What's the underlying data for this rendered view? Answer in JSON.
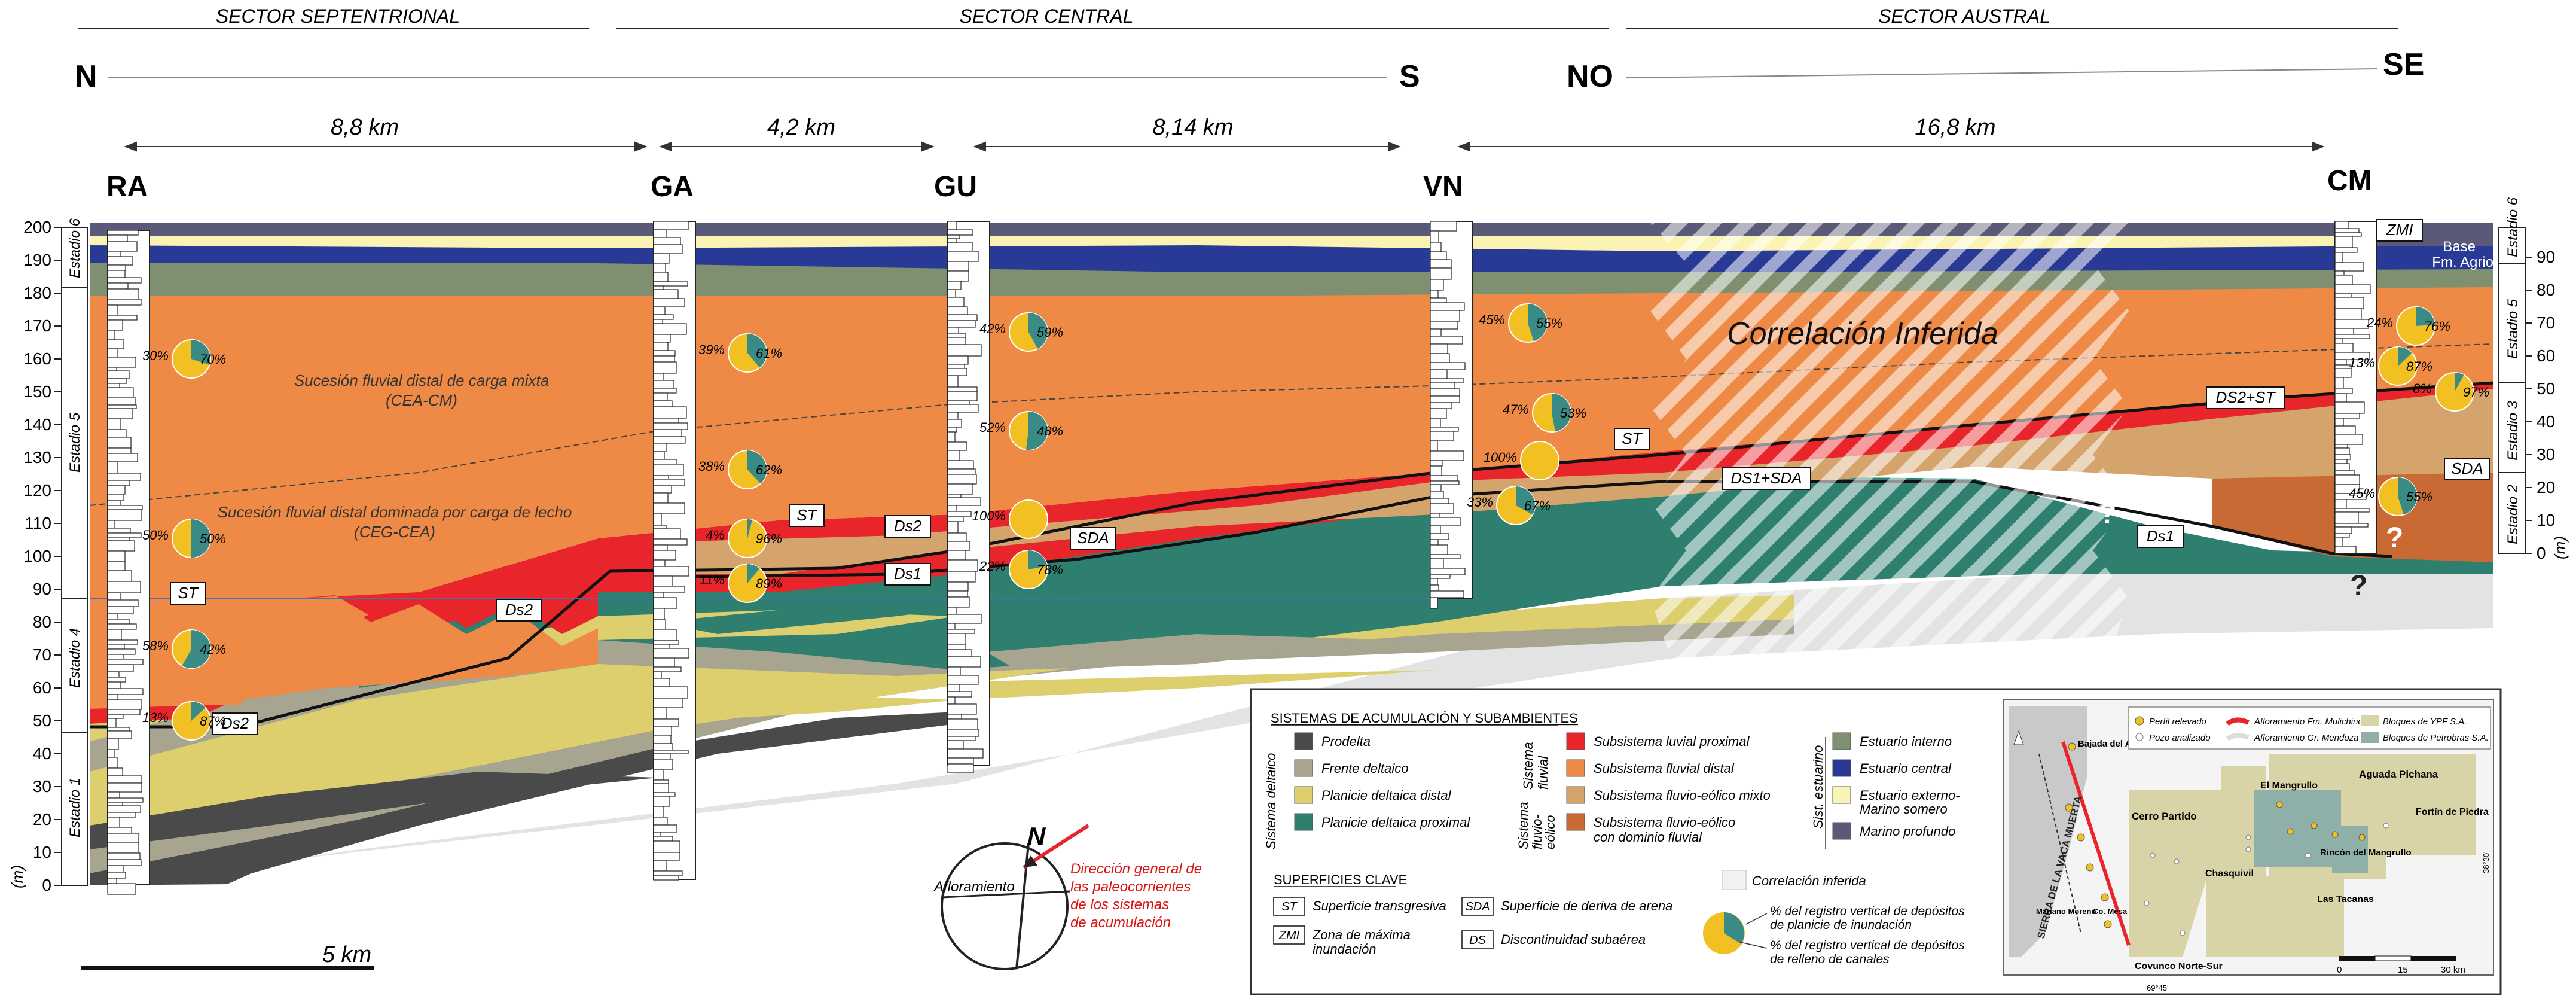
{
  "sectors": {
    "north": "SECTOR SEPTENTRIONAL",
    "central": "SECTOR CENTRAL",
    "south": "SECTOR AUSTRAL"
  },
  "orientation": {
    "n": "N",
    "s": "S",
    "no": "NO",
    "se": "SE"
  },
  "distances": {
    "ra_ga": "8,8 km",
    "ga_gu": "4,2 km",
    "gu_vn": "8,14 km",
    "vn_cm": "16,8 km"
  },
  "wells": {
    "ra": "RA",
    "ga": "GA",
    "gu": "GU",
    "vn": "VN",
    "cm": "CM"
  },
  "left_axis": {
    "unit": "(m)",
    "ticks": [
      "0",
      "10",
      "20",
      "30",
      "40",
      "50",
      "60",
      "70",
      "80",
      "90",
      "100",
      "110",
      "120",
      "130",
      "140",
      "150",
      "160",
      "170",
      "180",
      "190",
      "200"
    ],
    "stages": [
      "Estadio 1",
      "Estadio 4",
      "Estadio 5",
      "Estadio 6"
    ]
  },
  "right_axis": {
    "unit": "(m)",
    "ticks": [
      "0",
      "10",
      "20",
      "30",
      "40",
      "50",
      "60",
      "70",
      "80",
      "90"
    ],
    "stages": [
      "Estadio 2",
      "Estadio 3",
      "Estadio 5",
      "Estadio 6"
    ]
  },
  "annotations": {
    "ceacm_1": "Sucesión fluvial distal de carga mixta",
    "ceacm_2": "(CEA-CM)",
    "cegcea_1": "Sucesión fluvial distal dominada por carga de lecho",
    "cegcea_2": "(CEG-CEA)",
    "inferred": "Correlación Inferida",
    "base_1": "Base",
    "base_2": "Fm. Agrio",
    "question": "?"
  },
  "surface_labels": {
    "st_ra": "ST",
    "ds2_ra": "Ds2",
    "ds2_mid": "Ds2",
    "st_ga": "ST",
    "ds2_gu": "Ds2",
    "ds1_gu": "Ds1",
    "sda_gu": "SDA",
    "st_vn": "ST",
    "ds1sda": "DS1+SDA",
    "ds2st": "DS2+ST",
    "ds1_sur": "Ds1",
    "sda_cm": "SDA",
    "zmi": "ZMI"
  },
  "pies": [
    {
      "a": "30%",
      "b": "70%"
    },
    {
      "a": "50%",
      "b": "50%"
    },
    {
      "a": "58%",
      "b": "42%"
    },
    {
      "a": "13%",
      "b": "87%"
    },
    {
      "a": "39%",
      "b": "61%"
    },
    {
      "a": "38%",
      "b": "62%"
    },
    {
      "a": "4%",
      "b": "96%"
    },
    {
      "a": "11%",
      "b": "89%"
    },
    {
      "a": "42%",
      "b": "59%"
    },
    {
      "a": "52%",
      "b": "48%"
    },
    {
      "a": "100%",
      "b": ""
    },
    {
      "a": "22%",
      "b": "78%"
    },
    {
      "a": "45%",
      "b": "55%"
    },
    {
      "a": "47%",
      "b": "53%"
    },
    {
      "a": "100%",
      "b": ""
    },
    {
      "a": "33%",
      "b": "67%"
    },
    {
      "a": "24%",
      "b": "76%"
    },
    {
      "a": "13%",
      "b": "87%"
    },
    {
      "a": "8%",
      "b": "97%"
    },
    {
      "a": "45%",
      "b": "55%"
    }
  ],
  "compass": {
    "n": "N",
    "outcrop": "Afloramiento",
    "dir_1": "Dirección general de",
    "dir_2": "las paleocorrientes",
    "dir_3": "de los sistemas",
    "dir_4": "de acumulación"
  },
  "scale": {
    "label": "5 km"
  },
  "legend": {
    "title": "SISTEMAS DE ACUMULACIÓN Y SUBAMBIENTES",
    "group_deltaico": "Sistema deltaico",
    "group_fluvial_1": "Sistema",
    "group_fluvial_2": "fluvial",
    "group_eolico_1": "Sistema",
    "group_eolico_2": "fluvio-",
    "group_eolico_3": "eólico",
    "group_estuarino": "Sist. estuarino",
    "items": [
      {
        "label": "Prodelta",
        "color": "#4a4a4a"
      },
      {
        "label": "Frente deltaico",
        "color": "#a7a58f"
      },
      {
        "label": "Planicie deltaica distal",
        "color": "#ddcf6e"
      },
      {
        "label": "Planicie deltaica proximal",
        "color": "#2e7f70"
      },
      {
        "label": "Subsistema luvial proximal",
        "color": "#e8252a"
      },
      {
        "label": "Subsistema fluvial distal",
        "color": "#ee8a45"
      },
      {
        "label": "Subsistema fluvio-eólico mixto",
        "color": "#d4a46c"
      },
      {
        "label": "Subsistema fluvio-eólico",
        "color": "#c96a34"
      },
      {
        "label": "con dominio fluvial",
        "color": ""
      },
      {
        "label": "Estuario interno",
        "color": "#7f9070"
      },
      {
        "label": "Estuario central",
        "color": "#283a95"
      },
      {
        "label": "Estuario externo-",
        "color": "#fbf3b4"
      },
      {
        "label": "Marino somero",
        "color": ""
      },
      {
        "label": "Marino profundo",
        "color": "#5a5a78"
      }
    ],
    "surfaces_title": "SUPERFICIES CLAVE",
    "surfaces": [
      {
        "code": "ST",
        "label": "Superficie transgresiva"
      },
      {
        "code": "SDA",
        "label": "Superficie de deriva de arena"
      },
      {
        "code": "ZMI",
        "label": "Zona de máxima"
      },
      {
        "code": "",
        "label": "inundación"
      },
      {
        "code": "DS",
        "label": "Discontinuidad subaérea"
      }
    ],
    "inferred": "Correlación inferida",
    "pie_1a": "% del registro vertical de depósitos",
    "pie_1b": "de planicie de inundación",
    "pie_2a": "% del registro vertical de depósitos",
    "pie_2b": "de relleno de canales"
  },
  "map": {
    "legend_1": "Perfil relevado",
    "legend_2": "Pozo analizado",
    "legend_3": "Afloramiento Fm. Mulichinco",
    "legend_4": "Afloramiento Gr. Mendoza indif.",
    "legend_5": "Bloques de YPF S.A.",
    "legend_6": "Bloques de Petrobras S.A.",
    "places": [
      "Bajada del Agrio",
      "Cerro Partido",
      "Aguada Pichana",
      "El Mangrullo",
      "Fortín de Piedra",
      "Rincón del Mangrullo",
      "Chasquivil",
      "Las Tacanas",
      "Mariano Moreno",
      "Co. Mesa",
      "Covunco Norte-Sur",
      "SIERRA DE LA VACA MUERTA"
    ],
    "scale_0": "0",
    "scale_1": "15",
    "scale_2": "30 km",
    "lon": "69°45'",
    "lat": "38°30'"
  }
}
